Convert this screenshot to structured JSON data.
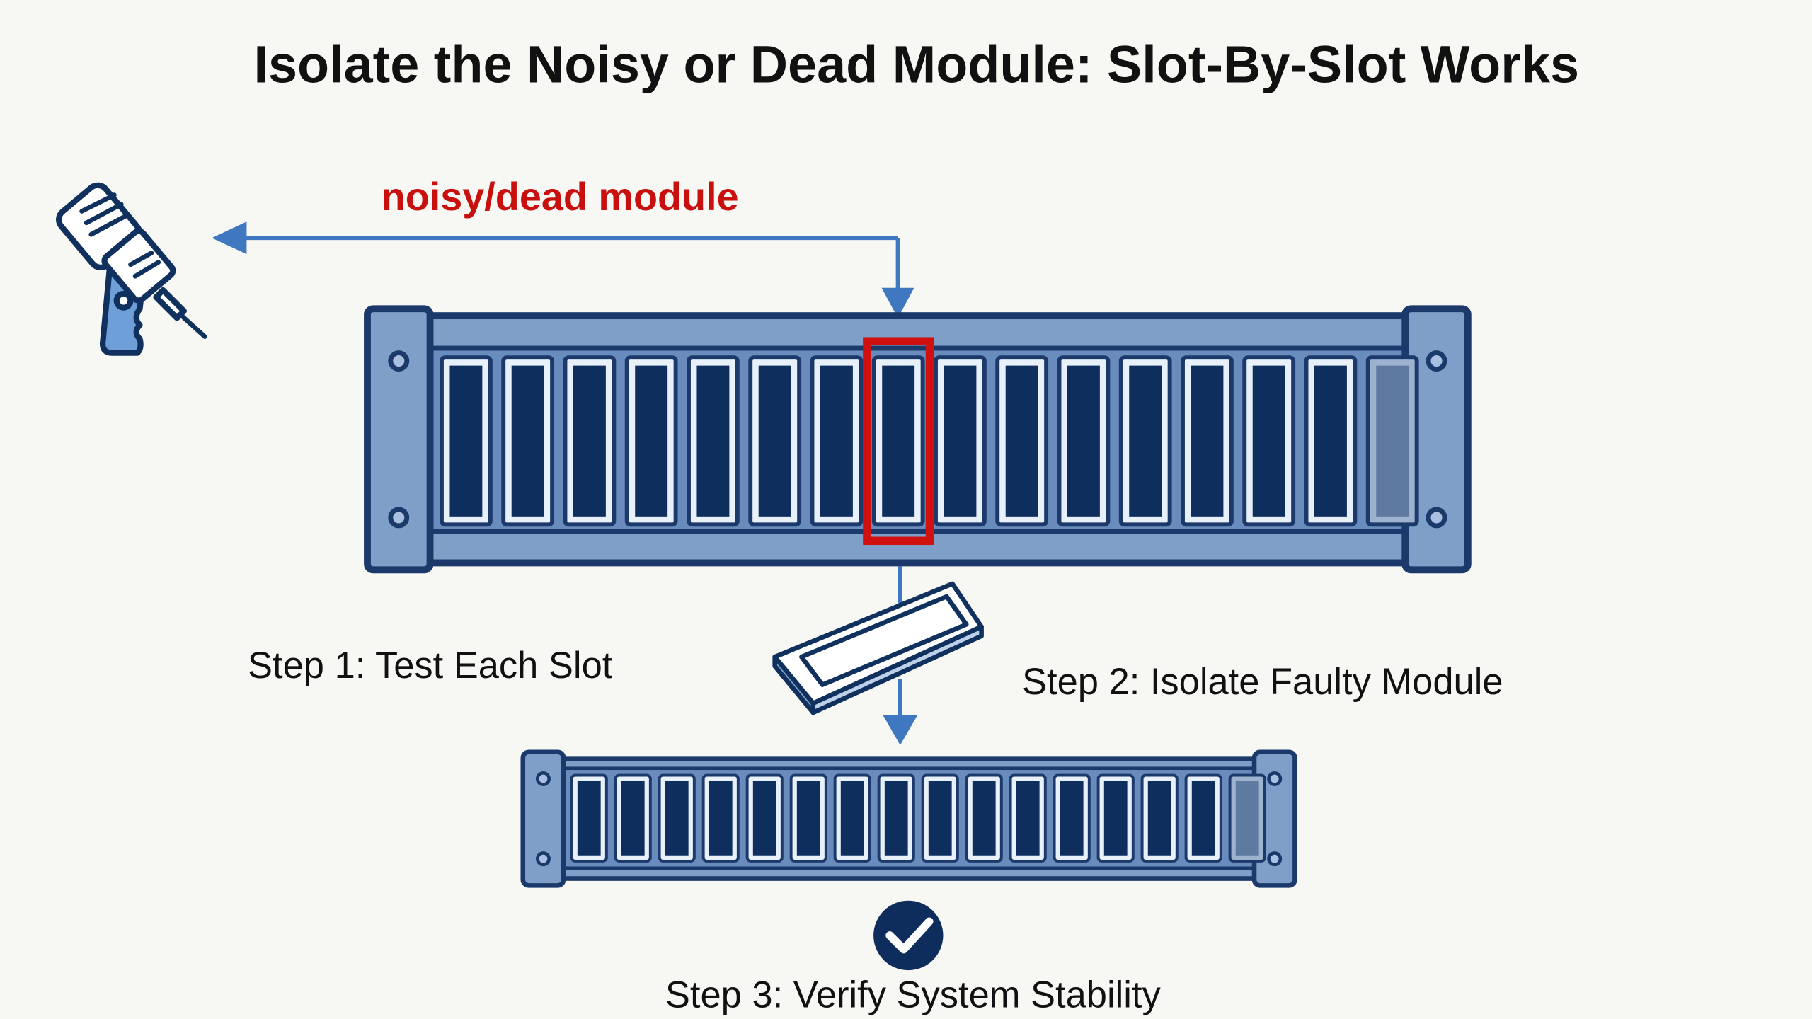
{
  "title": "Isolate the Noisy or Dead Module: Slot-By-Slot Works",
  "callout": "noisy/dead module",
  "steps": {
    "step1": "Step 1: Test Each Slot",
    "step2": "Step 2: Isolate Faulty Module",
    "step3": "Step 3: Verify System Stability"
  },
  "chassis": {
    "slot_count": 16,
    "faulty_slot_index": 7,
    "empty_slot_index": 15
  },
  "colors": {
    "navy": "#1b3a6b",
    "frame": "#7f9fc8",
    "slot_dark": "#0e2f5e",
    "slot_light": "#e8f0fa",
    "accent_blue": "#3f78c0",
    "highlight_red": "#d0110f"
  },
  "icons": [
    "multimeter-probe-icon",
    "memory-module-icon",
    "checkmark-circle-icon"
  ]
}
